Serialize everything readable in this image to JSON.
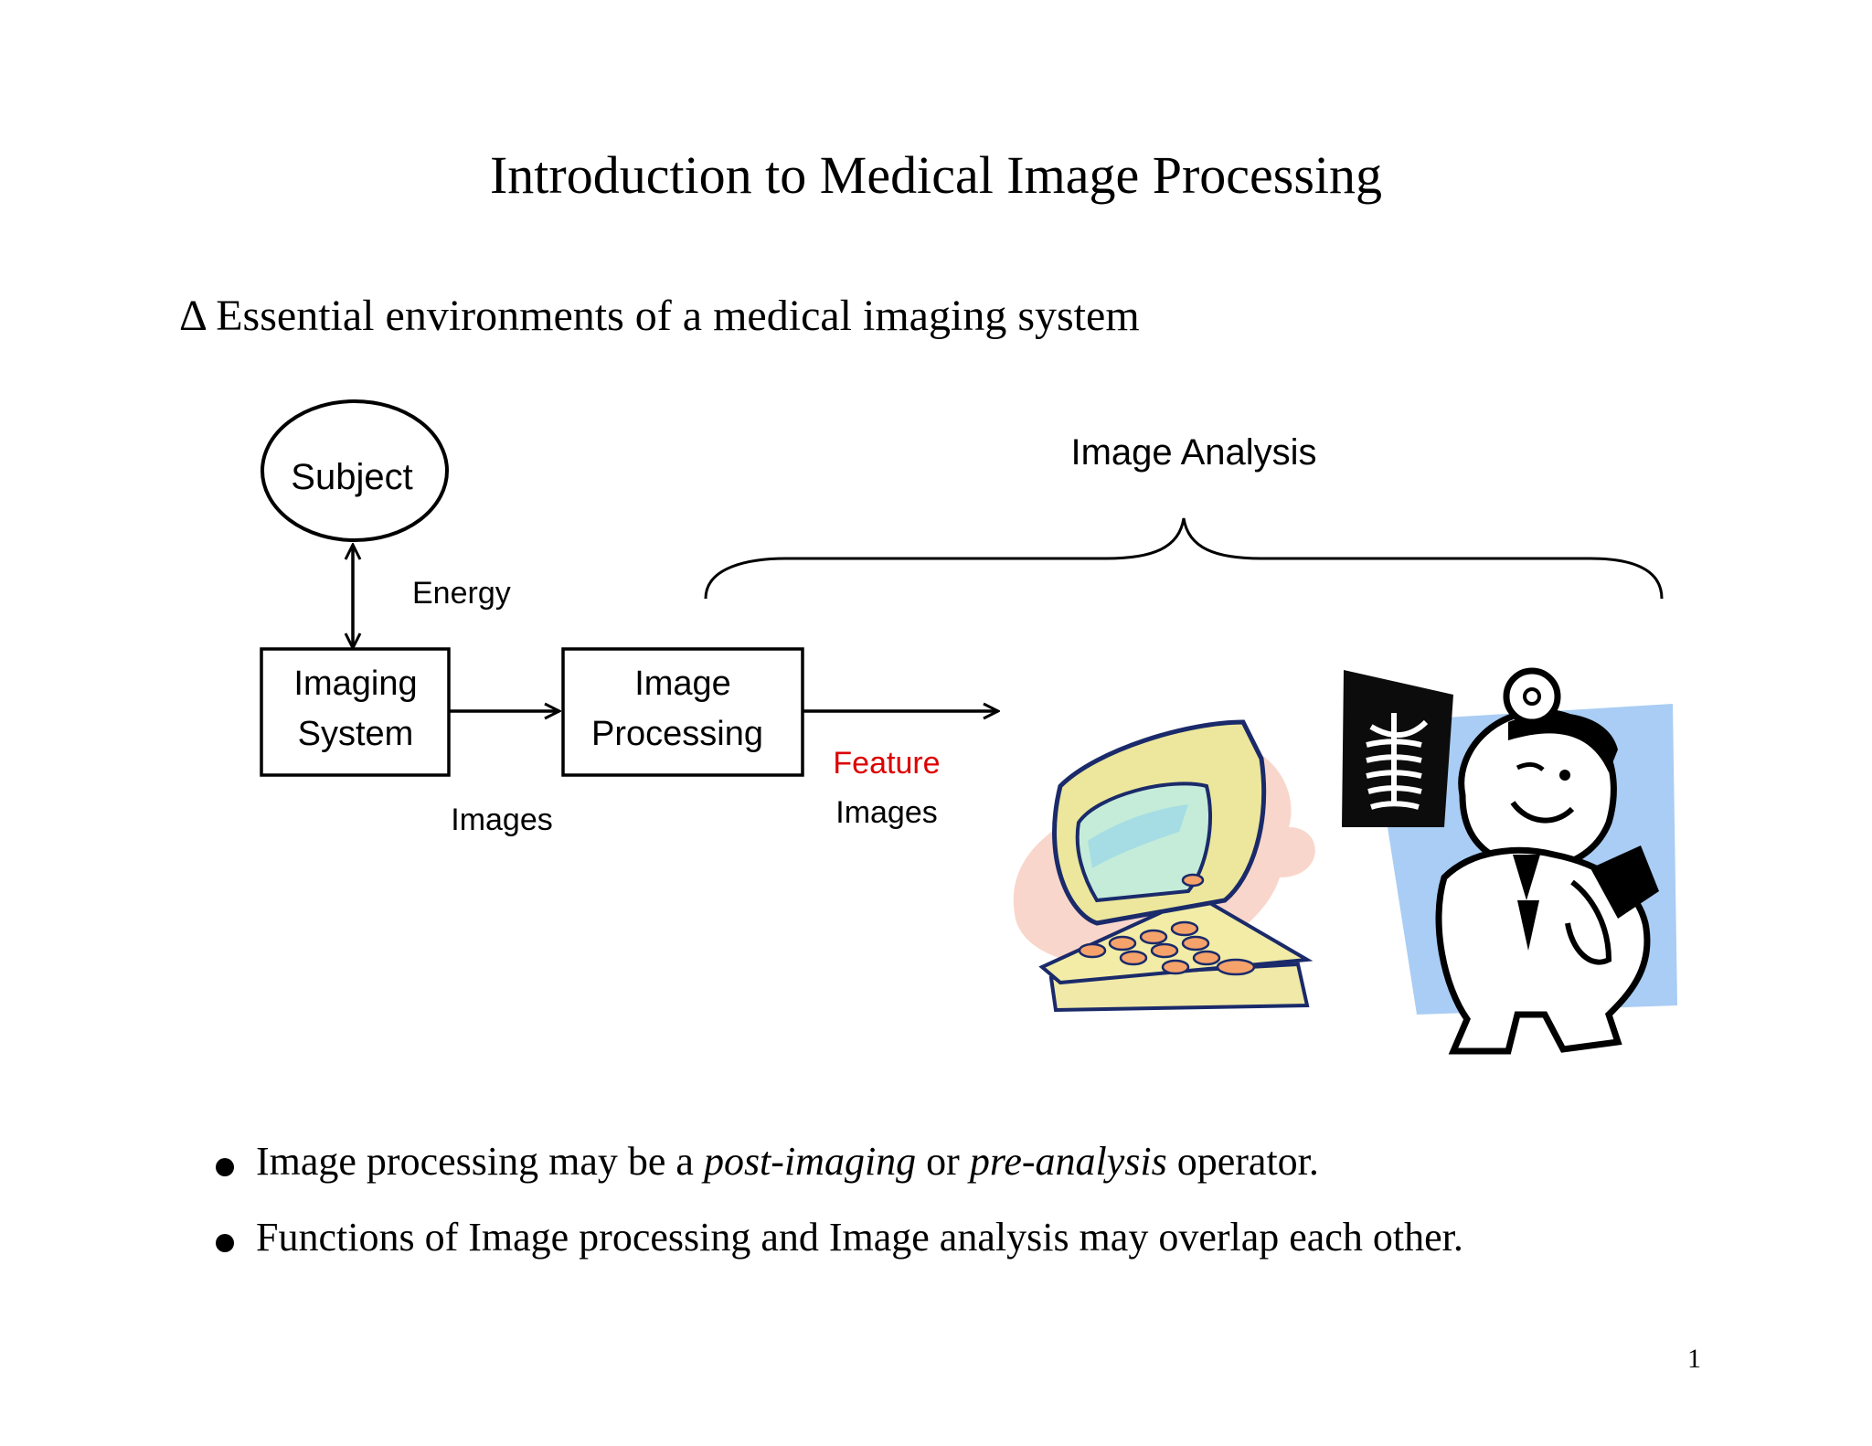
{
  "slide": {
    "title": "Introduction to Medical Image Processing",
    "subtitle": "Δ Essential environments of a medical imaging system",
    "page_number": "1"
  },
  "diagram": {
    "subject": "Subject",
    "energy": "Energy",
    "imaging_system": [
      "Imaging",
      "System"
    ],
    "image_processing": [
      "Image",
      "Processing"
    ],
    "images": "Images",
    "feature": "Feature",
    "feature_images": "Images",
    "image_analysis": "Image Analysis",
    "colors": {
      "feature": "#dd0000",
      "stroke": "#000000"
    }
  },
  "bullets": [
    {
      "before": "Image processing may be a ",
      "em1": "post-imaging",
      "mid": " or ",
      "em2": "pre-analysis",
      "after": " operator."
    },
    {
      "text": "Functions of Image processing and Image analysis may overlap each other."
    }
  ],
  "illustrations": [
    "computer-clipart",
    "doctor-with-xray-clipart"
  ]
}
